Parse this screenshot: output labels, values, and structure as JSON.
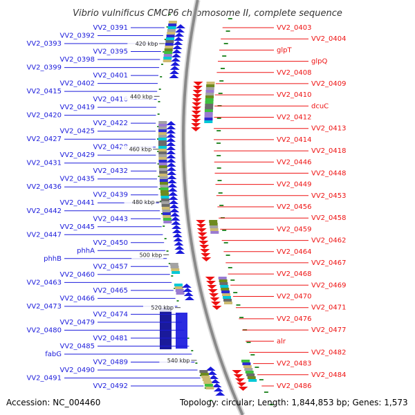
{
  "title": "Vibrio vulnificus CMCP6 chromosome II, complete sequence",
  "footer": {
    "accession": "Accession: NC_004460",
    "summary": "Topology: circular; Length: 1,844,853 bp; Genes: 1,573"
  },
  "colors": {
    "left_strand": "#1a1adb",
    "right_strand": "#ee1111",
    "backbone": "#8a8a8a",
    "tick": "#2e8b2e"
  },
  "scale_ticks": [
    "420 kbp",
    "440 kbp",
    "460 kbp",
    "480 kbp",
    "500 kbp",
    "520 kbp",
    "540 kbp"
  ],
  "left_genes": [
    "VV2_0391",
    "VV2_0392",
    "VV2_0393",
    "VV2_0395",
    "VV2_0398",
    "VV2_0399",
    "VV2_0401",
    "VV2_0402",
    "VV2_0415",
    "VV2_0416",
    "VV2_0419",
    "VV2_0420",
    "VV2_0422",
    "VV2_0425",
    "VV2_0427",
    "VV2_0428",
    "VV2_0429",
    "VV2_0431",
    "VV2_0432",
    "VV2_0435",
    "VV2_0436",
    "VV2_0439",
    "VV2_0441",
    "VV2_0442",
    "VV2_0443",
    "VV2_0445",
    "VV2_0447",
    "VV2_0450",
    "phhA",
    "phhB",
    "VV2_0457",
    "VV2_0460",
    "VV2_0463",
    "VV2_0465",
    "VV2_0466",
    "VV2_0473",
    "VV2_0474",
    "VV2_0479",
    "VV2_0480",
    "VV2_0481",
    "VV2_0485",
    "fabG",
    "VV2_0489",
    "VV2_0490",
    "VV2_0491",
    "VV2_0492"
  ],
  "right_genes": [
    "VV2_0403",
    "VV2_0404",
    "glpT",
    "glpQ",
    "VV2_0408",
    "VV2_0409",
    "VV2_0410",
    "dcuC",
    "VV2_0412",
    "VV2_0413",
    "VV2_0414",
    "VV2_0418",
    "VV2_0446",
    "VV2_0448",
    "VV2_0449",
    "VV2_0453",
    "VV2_0456",
    "VV2_0458",
    "VV2_0459",
    "VV2_0462",
    "VV2_0464",
    "VV2_0467",
    "VV2_0468",
    "VV2_0469",
    "VV2_0470",
    "VV2_0471",
    "VV2_0476",
    "VV2_0477",
    "alr",
    "VV2_0482",
    "VV2_0483",
    "VV2_0484",
    "VV2_0486"
  ]
}
